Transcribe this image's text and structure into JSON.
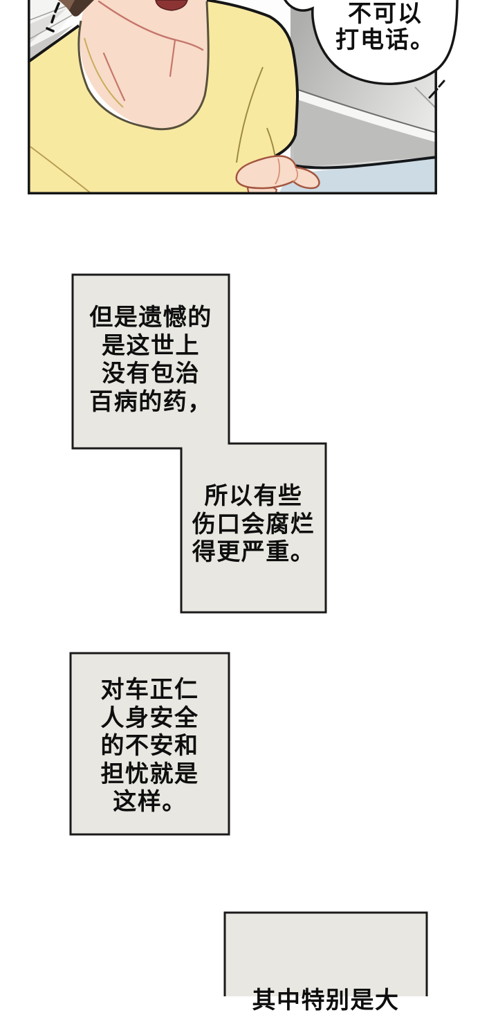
{
  "colors": {
    "page_bg": "#ffffff",
    "box_fill": "#e8e7e1",
    "box_border": "#1a1a1a",
    "shirt_yellow": "#f8e9a1",
    "skin": "#f8dbc8",
    "hair_dark": "#4a362b",
    "hair_light": "#7d5f4b",
    "mouth_red": "#8c3434",
    "object_blue": "#cddbe4",
    "bubble_fill": "#ffffff"
  },
  "panel": {
    "speech_bubble": {
      "lines": [
        "不可以",
        "打电话。"
      ]
    }
  },
  "narration": {
    "box1": {
      "lines": [
        "但是遗憾的",
        "是这世上",
        "没有包治",
        "百病的药，"
      ]
    },
    "box2": {
      "lines": [
        "所以有些",
        "伤口会腐烂",
        "得更严重。"
      ]
    },
    "box3": {
      "lines": [
        "对车正仁",
        "人身安全",
        "的不安和",
        "担忧就是",
        "这样。"
      ]
    },
    "box4": {
      "lines": [
        "其中特别是大"
      ]
    }
  }
}
